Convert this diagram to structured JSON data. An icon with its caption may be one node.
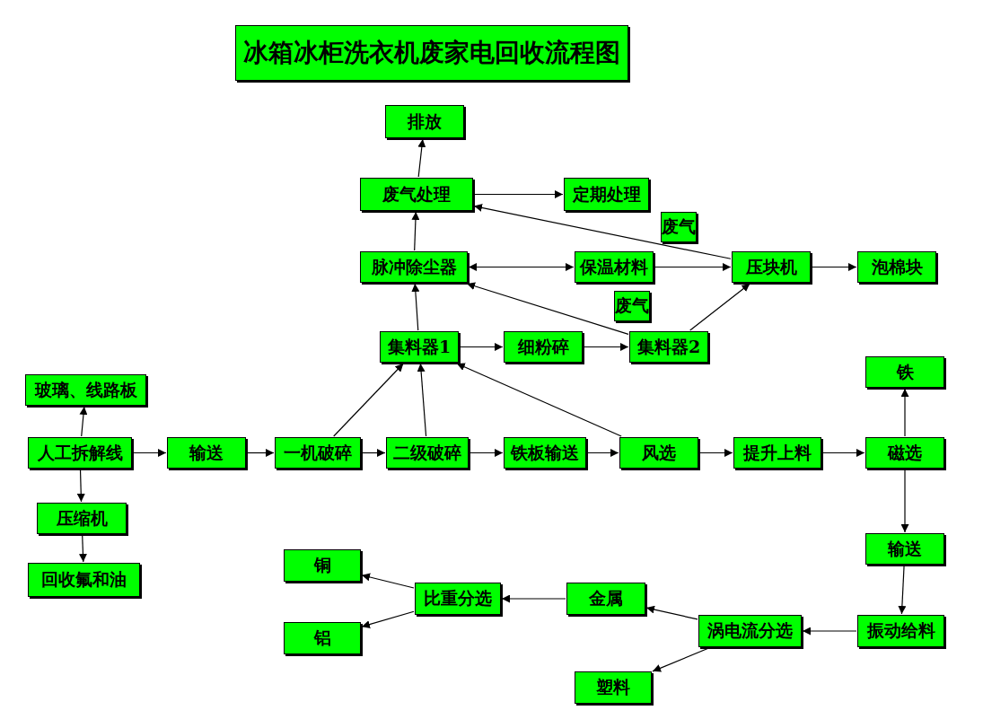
{
  "diagram": {
    "title": "冰箱冰柜洗衣机废家电回收流程图",
    "nodes": [
      {
        "text": [
          "排放"
        ]
      },
      {
        "text": [
          "废气处理"
        ]
      },
      {
        "text": [
          "定期处理"
        ]
      },
      {
        "text": [
          "废气"
        ]
      },
      {
        "text": [
          "脉冲除尘器"
        ]
      },
      {
        "text": [
          "保温材料"
        ]
      },
      {
        "text": [
          "压块机"
        ]
      },
      {
        "text": [
          "泡棉块"
        ]
      },
      {
        "text": [
          "废气"
        ]
      },
      {
        "text": [
          "集料器1"
        ]
      },
      {
        "text": [
          "细粉碎"
        ]
      },
      {
        "text": [
          "集料器2"
        ]
      },
      {
        "text": [
          "玻璃、线路板"
        ]
      },
      {
        "text": [
          "铁"
        ]
      },
      {
        "text": [
          "人工拆解线"
        ]
      },
      {
        "text": [
          "输送"
        ]
      },
      {
        "text": [
          "一机破碎"
        ]
      },
      {
        "text": [
          "二级破碎"
        ]
      },
      {
        "text": [
          "铁板输送"
        ]
      },
      {
        "text": [
          "风选"
        ]
      },
      {
        "text": [
          "提升上料"
        ]
      },
      {
        "text": [
          "磁选"
        ]
      },
      {
        "text": [
          "压缩机"
        ]
      },
      {
        "text": [
          "回收氟和油"
        ]
      },
      {
        "text": [
          "输送"
        ]
      },
      {
        "text": [
          "铜"
        ]
      },
      {
        "text": [
          "比重分选"
        ]
      },
      {
        "text": [
          "金属"
        ]
      },
      {
        "text": [
          "铝"
        ]
      },
      {
        "text": [
          "涡电流分选"
        ]
      },
      {
        "text": [
          "振动给料"
        ]
      },
      {
        "text": [
          "塑料"
        ]
      }
    ],
    "edges": [
      {
        "from": 1,
        "to": 0,
        "arrow": "to"
      },
      {
        "from": 1,
        "to": 2,
        "arrow": "to"
      },
      {
        "from": 4,
        "to": 1,
        "arrow": "to"
      },
      {
        "from": 6,
        "to": 1,
        "arrow": "to"
      },
      {
        "from": 4,
        "to": 5,
        "arrow": "both"
      },
      {
        "from": 5,
        "to": 6,
        "arrow": "to"
      },
      {
        "from": 6,
        "to": 7,
        "arrow": "to"
      },
      {
        "from": 9,
        "to": 4,
        "arrow": "to"
      },
      {
        "from": 11,
        "to": 4,
        "arrow": "to"
      },
      {
        "from": 11,
        "to": 6,
        "arrow": "to"
      },
      {
        "from": 9,
        "to": 10,
        "arrow": "to"
      },
      {
        "from": 10,
        "to": 11,
        "arrow": "to"
      },
      {
        "from": 14,
        "to": 12,
        "arrow": "to"
      },
      {
        "from": 14,
        "to": 15,
        "arrow": "to"
      },
      {
        "from": 14,
        "to": 22,
        "arrow": "to"
      },
      {
        "from": 22,
        "to": 23,
        "arrow": "to"
      },
      {
        "from": 15,
        "to": 16,
        "arrow": "to"
      },
      {
        "from": 16,
        "to": 17,
        "arrow": "to"
      },
      {
        "from": 17,
        "to": 18,
        "arrow": "to"
      },
      {
        "from": 18,
        "to": 19,
        "arrow": "to"
      },
      {
        "from": 19,
        "to": 20,
        "arrow": "to"
      },
      {
        "from": 20,
        "to": 21,
        "arrow": "to"
      },
      {
        "from": 16,
        "to": 9,
        "arrow": "to"
      },
      {
        "from": 17,
        "to": 9,
        "arrow": "to"
      },
      {
        "from": 19,
        "to": 9,
        "arrow": "to"
      },
      {
        "from": 21,
        "to": 13,
        "arrow": "to"
      },
      {
        "from": 21,
        "to": 24,
        "arrow": "to"
      },
      {
        "from": 24,
        "to": 30,
        "arrow": "to"
      },
      {
        "from": 30,
        "to": 29,
        "arrow": "to"
      },
      {
        "from": 29,
        "to": 27,
        "arrow": "to"
      },
      {
        "from": 29,
        "to": 31,
        "arrow": "to"
      },
      {
        "from": 27,
        "to": 26,
        "arrow": "to"
      },
      {
        "from": 26,
        "to": 25,
        "arrow": "to"
      },
      {
        "from": 26,
        "to": 28,
        "arrow": "to"
      }
    ]
  }
}
